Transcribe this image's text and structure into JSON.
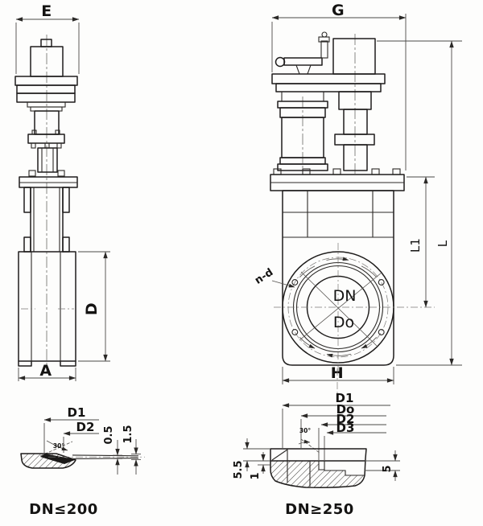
{
  "drawing": {
    "front_view": {
      "dim_top_width": "E",
      "dim_body_height": "D",
      "dim_body_width": "A"
    },
    "side_view": {
      "dim_top_width": "G",
      "dim_plate_to_center": "L1",
      "dim_total_height": "L",
      "dim_body_width": "H",
      "bore_label": "DN",
      "seal_label": "Do",
      "bolt_note": "n-d"
    },
    "detail_small": {
      "caption": "DN≤200",
      "dim_d1": "D1",
      "dim_d2": "D2",
      "dim_lip_a": "0.5",
      "dim_lip_b": "1.5",
      "angle": "30°"
    },
    "detail_large": {
      "caption": "DN≥250",
      "dim_d1": "D1",
      "dim_do": "Do",
      "dim_d2": "D2",
      "dim_d3": "D3",
      "dim_step": "5",
      "dim_face": "5.5",
      "dim_lip": "1",
      "angle": "30°"
    }
  }
}
